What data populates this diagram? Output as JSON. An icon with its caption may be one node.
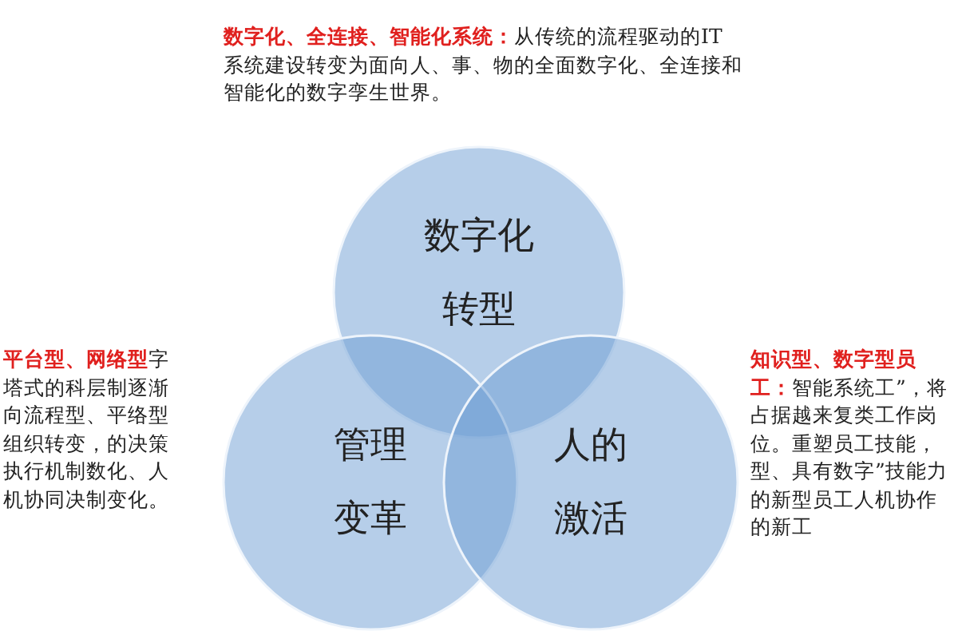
{
  "diagram": {
    "nodes": [
      {
        "text": [
          "数字化转型"
        ]
      },
      {
        "text": [
          "管理变革"
        ]
      },
      {
        "text": [
          "人的激活"
        ]
      }
    ],
    "labels": [
      "**数字化、全连接、智能化系统：**从传统的流程驱动的IT系统建设转变为面向人、事、物的全面数字化、全连接和智能化的数字孪生世界。",
      "**平台型、网络型**字塔式的科层制逐渐向流程型、平络型组织转变，的决策执行机制数化、人机协同决制变化。",
      "**知识型、数字型员工：**智能系统工”，将占据越来复类工作岗位。重塑员工技能，型、具有数字”技能力的新型员工人机协作的新工"
    ]
  }
}
